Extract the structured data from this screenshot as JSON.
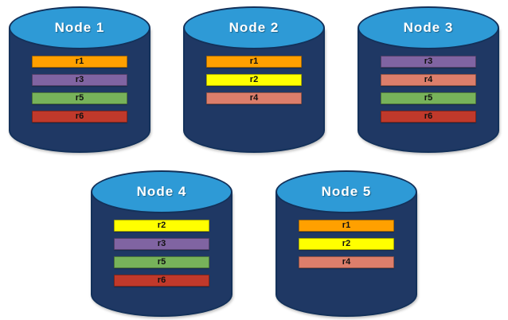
{
  "diagram": {
    "record_colors": {
      "r1": "#FFA000",
      "r2": "#FFFF00",
      "r3": "#8064A2",
      "r4": "#DC7E6B",
      "r5": "#77B25A",
      "r6": "#C0392B"
    },
    "node_colors": {
      "top": "#2E9AD6",
      "body": "#1F3864",
      "outline": "#13315A"
    },
    "nodes": [
      {
        "title": "Node 1",
        "row": "top",
        "records": [
          "r1",
          "r3",
          "r5",
          "r6"
        ]
      },
      {
        "title": "Node 2",
        "row": "top",
        "records": [
          "r1",
          "r2",
          "r4"
        ]
      },
      {
        "title": "Node 3",
        "row": "top",
        "records": [
          "r3",
          "r4",
          "r5",
          "r6"
        ]
      },
      {
        "title": "Node 4",
        "row": "bottom",
        "records": [
          "r2",
          "r3",
          "r5",
          "r6"
        ]
      },
      {
        "title": "Node 5",
        "row": "bottom",
        "records": [
          "r1",
          "r2",
          "r4"
        ]
      }
    ]
  }
}
